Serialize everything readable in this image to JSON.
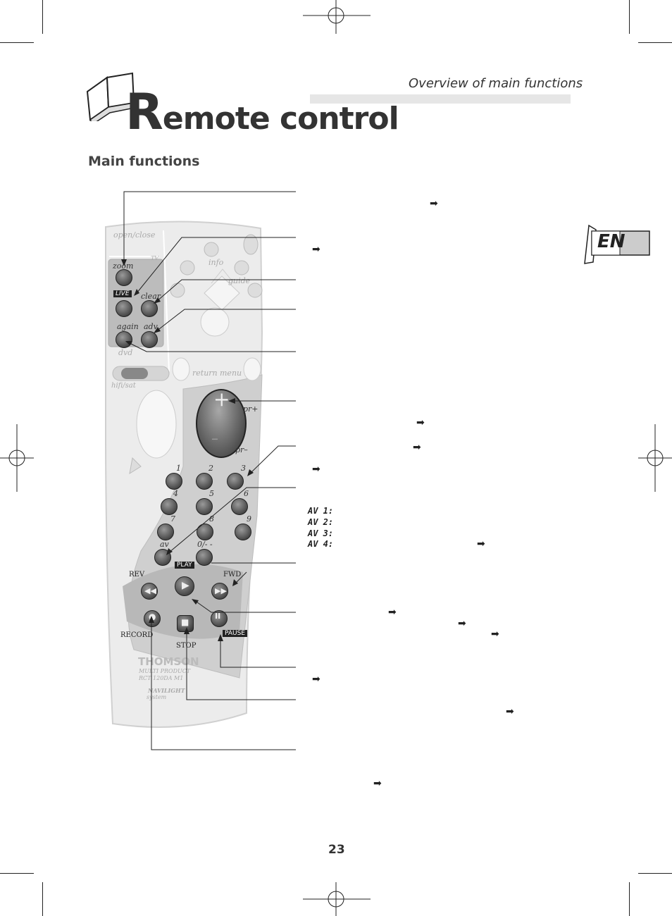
{
  "header": {
    "section_title": "Overview of main functions",
    "page_title_initial": "R",
    "page_title_rest": "emote control",
    "book_icon": "open-book-icon"
  },
  "main_heading": "Main functions",
  "language_badge": "EN",
  "page_number": "23",
  "arrow_glyph": "➡",
  "av_labels": [
    "AV 1:",
    "AV 2:",
    "AV 3:",
    "AV 4:"
  ],
  "remote": {
    "top_labels": {
      "open_close": "open/close",
      "info": "info",
      "guide": "guide",
      "return": "return",
      "menu": "menu",
      "dvd": "dvd",
      "hifi_sat": "hifi/sat",
      "tv": "TV"
    },
    "left_panel": {
      "zoom": "zoom",
      "live": "LIVE",
      "clear": "clear",
      "again": "again",
      "adv": "adv"
    },
    "channel": {
      "plus": "+",
      "minus": "–",
      "pr_plus": "pr+",
      "pr_minus": "pr–"
    },
    "digits": [
      "1",
      "2",
      "3",
      "4",
      "5",
      "6",
      "7",
      "8",
      "9"
    ],
    "av": "av",
    "zero": "0/- -",
    "transport": {
      "play": "PLAY",
      "rev": "REV",
      "fwd": "FWD",
      "record": "RECORD",
      "stop": "STOP",
      "pause": "PAUSE"
    },
    "brand": {
      "name": "THOMSON",
      "line1": "MULTI PRODUCT",
      "line2": "RCT 120DA M1",
      "navilight": "NAVILIGHT",
      "system": "system"
    }
  }
}
